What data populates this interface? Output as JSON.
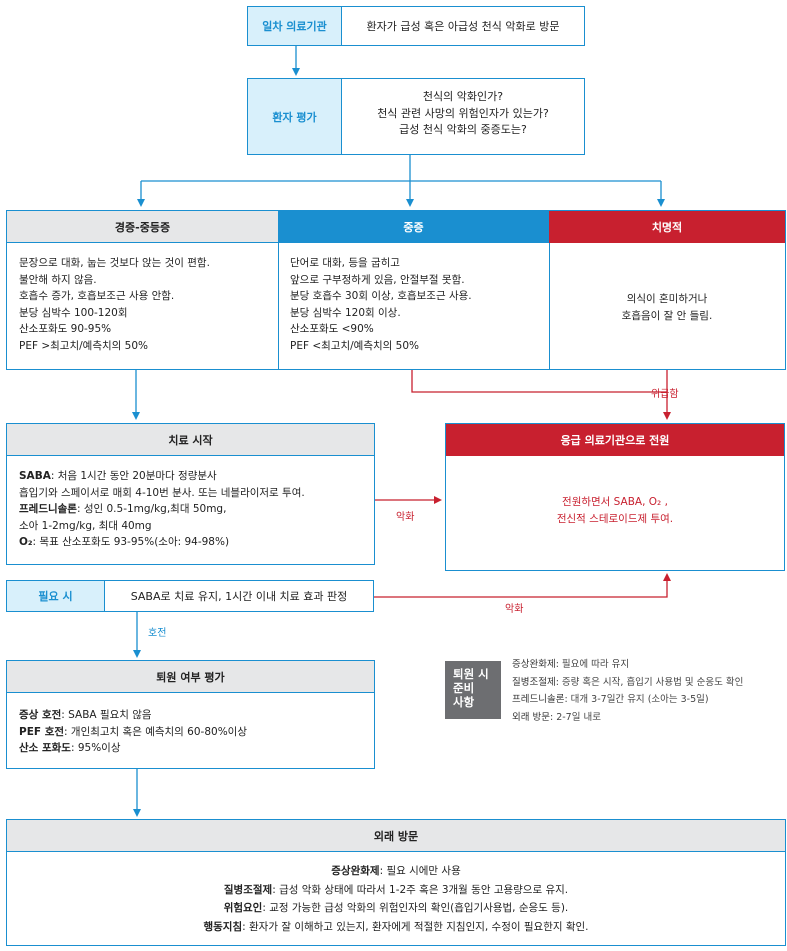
{
  "top": {
    "label": "일차 의료기관",
    "text": "환자가 급성 혹은 아급성 천식 악화로 방문"
  },
  "assess": {
    "label": "환자 평가",
    "lines": [
      "천식의 악화인가?",
      "천식 관련 사망의 위험인자가 있는가?",
      "급성 천식 악화의 중증도는?"
    ]
  },
  "severity": {
    "mild": {
      "title": "경증-중등증",
      "lines": [
        "문장으로 대화, 눕는 것보다 앉는 것이 편함.",
        "불안해 하지 않음.",
        "호흡수 증가, 호흡보조근 사용 안함.",
        "분당 심박수 100-120회",
        "산소포화도 90-95%",
        "PEF >최고치/예측치의 50%"
      ]
    },
    "severe": {
      "title": "중증",
      "lines": [
        "단어로 대화, 등을 굽히고",
        "앞으로 구부정하게 있음, 안절부절 못함.",
        "분당 호흡수 30회 이상, 호흡보조근 사용.",
        "분당 심박수 120회 이상.",
        "산소포화도 <90%",
        "PEF <최고치/예측치의 50%"
      ]
    },
    "fatal": {
      "title": "치명적",
      "lines": [
        "의식이 혼미하거나",
        "호흡음이 잘 안 들림."
      ]
    }
  },
  "treatment": {
    "title": "치료 시작",
    "lines": [
      {
        "bold": "SABA",
        "rest": ": 처음 1시간 동안 20분마다 정량분사"
      },
      {
        "bold": "",
        "rest": "흡입기와 스페이서로 매회 4-10번 분사. 또는 네블라이저로 투여."
      },
      {
        "bold": "프레드니솔론",
        "rest": ": 성인 0.5-1mg/kg,최대 50mg,"
      },
      {
        "bold": "",
        "rest": "소아 1-2mg/kg, 최대 40mg"
      },
      {
        "bold": "O₂",
        "rest": ": 목표 산소포화도 93-95%(소아: 94-98%)"
      }
    ]
  },
  "emergency": {
    "title": "응급 의료기관으로 전원",
    "lines": [
      "전원하면서 SABA, O₂ ,",
      "전신적 스테로이드제 투여."
    ]
  },
  "as_needed": {
    "label": "필요 시",
    "text": "SABA로 치료 유지, 1시간 이내 치료 효과 판정"
  },
  "discharge_eval": {
    "title": "퇴원 여부 평가",
    "lines": [
      {
        "bold": "증상 호전",
        "rest": ": SABA 필요치 않음"
      },
      {
        "bold": "PEF 호전",
        "rest": ": 개인최고치 혹은 예측치의 60-80%이상"
      },
      {
        "bold": "산소 포화도",
        "rest": ": 95%이상"
      }
    ]
  },
  "discharge_prep": {
    "tag": [
      "퇴원 시",
      "준비",
      "사항"
    ],
    "items": [
      {
        "key": "증상완화제",
        "val": ": 필요에 따라 유지"
      },
      {
        "key": "질병조절제",
        "val": ": 증량 혹은 시작, 흡입기 사용법 및 순응도 확인"
      },
      {
        "key": "프레드니솔론",
        "val": ": 대개 3-7일간 유지 (소아는 3-5일)"
      },
      {
        "key": "외래 방문",
        "val": ": 2-7일 내로"
      }
    ]
  },
  "outpatient": {
    "title": "외래 방문",
    "lines": [
      {
        "bold": "증상완화제",
        "rest": ": 필요 시에만 사용"
      },
      {
        "bold": "질병조절제",
        "rest": ": 급성 악화 상태에 따라서 1-2주 혹은 3개월 동안 고용량으로 유지."
      },
      {
        "bold": "위험요인",
        "rest": ": 교정 가능한 급성 악화의 위험인자의 확인(흡입기사용법, 순응도 등)."
      },
      {
        "bold": "행동지침",
        "rest": ": 환자가 잘 이해하고 있는지, 환자에게 적절한 지침인지, 수정이 필요한지 확인."
      }
    ]
  },
  "edges": {
    "urgent": "위급함",
    "worsen1": "악화",
    "worsen2": "악화",
    "improve": "호전"
  },
  "colors": {
    "blue": "#1a8fd0",
    "light_blue": "#d8f0fb",
    "red": "#c8202f",
    "gray": "#e6e7e8",
    "dark_gray": "#6d6e71"
  }
}
